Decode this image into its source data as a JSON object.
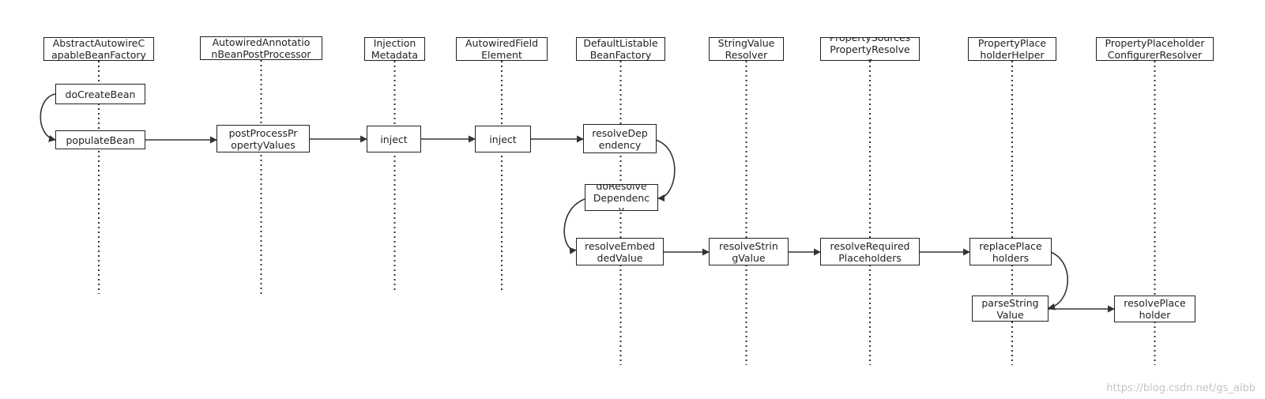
{
  "participants": [
    {
      "id": "p1",
      "label": "AbstractAutowireC\napableBeanFactory"
    },
    {
      "id": "p2",
      "label": "AutowiredAnnotatio\nnBeanPostProcessor"
    },
    {
      "id": "p3",
      "label": "Injection\nMetadata"
    },
    {
      "id": "p4",
      "label": "AutowiredField\nElement"
    },
    {
      "id": "p5",
      "label": "DefaultListable\nBeanFactory"
    },
    {
      "id": "p6",
      "label": "StringValue\nResolver"
    },
    {
      "id": "p7",
      "label": "PropertySources\nPropertyResolve\nr"
    },
    {
      "id": "p8",
      "label": "PropertyPlace\nholderHelper"
    },
    {
      "id": "p9",
      "label": "PropertyPlaceholder\nConfigurerResolver"
    }
  ],
  "calls": [
    {
      "id": "c1",
      "label": "doCreateBean"
    },
    {
      "id": "c2",
      "label": "populateBean"
    },
    {
      "id": "c3",
      "label": "postProcessPr\nopertyValues"
    },
    {
      "id": "c4",
      "label": "inject"
    },
    {
      "id": "c5",
      "label": "inject"
    },
    {
      "id": "c6",
      "label": "resolveDep\nendency"
    },
    {
      "id": "c7",
      "label": "doResolve\nDependenc\ny"
    },
    {
      "id": "c8",
      "label": "resolveEmbed\ndedValue"
    },
    {
      "id": "c9",
      "label": "resolveStrin\ngValue"
    },
    {
      "id": "c10",
      "label": "resolveRequired\nPlaceholders"
    },
    {
      "id": "c11",
      "label": "replacePlace\nholders"
    },
    {
      "id": "c12",
      "label": "parseString\nValue"
    },
    {
      "id": "c13",
      "label": "resolvePlace\nholder"
    }
  ],
  "watermark": "https://blog.csdn.net/gs_aibb",
  "colors": {
    "line": "#333333",
    "background": "#ffffff",
    "watermark": "#c4c4c4"
  }
}
